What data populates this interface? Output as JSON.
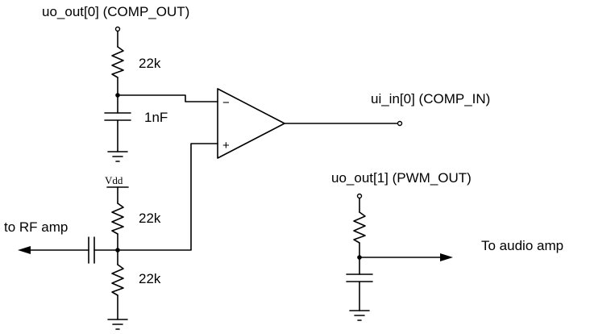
{
  "labels": {
    "comp_out": "uo_out[0] (COMP_OUT)",
    "comp_in": "ui_in[0] (COMP_IN)",
    "pwm_out": "uo_out[1] (PWM_OUT)",
    "rf_amp": "to RF amp",
    "audio_amp": "To audio amp",
    "r_top": "22k",
    "c_filter": "1nF",
    "r_div_top": "22k",
    "r_div_bottom": "22k",
    "vdd": "Vdd",
    "minus": "−",
    "plus": "+"
  }
}
